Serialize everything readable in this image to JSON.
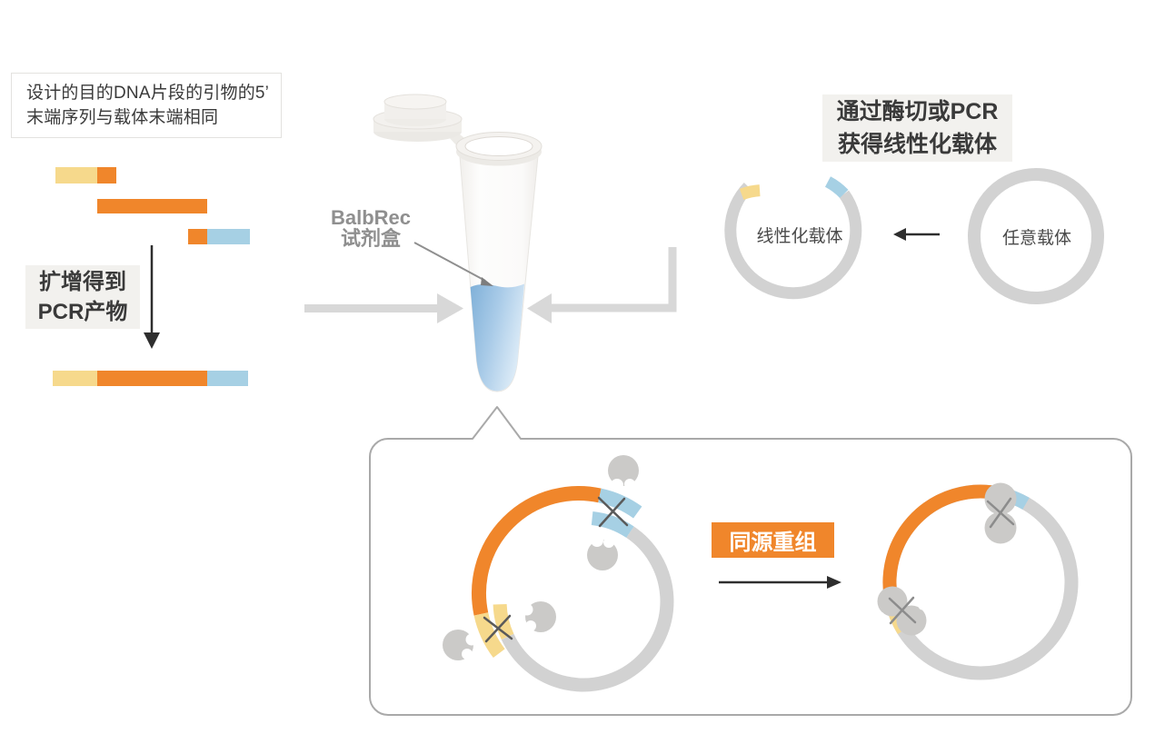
{
  "colors": {
    "orange": "#F0862B",
    "pale-yellow": "#F6D98C",
    "pale-blue": "#A6D0E4",
    "ring-gray": "#D2D2D2",
    "blob-gray": "#CBCAC8",
    "arrow-gray": "#D8D8D8",
    "arrow-black": "#2E2E2E",
    "cross-gray": "#5A5A5A",
    "text-dark": "#3A3A3A",
    "label-gray": "#8F8F8F",
    "note-bg": "#F2F1EE",
    "note-border": "#E3E2DF",
    "panel-border": "#A9A9A9",
    "tube-body": "#F4F3F1",
    "tube-edge": "#E4E1DC",
    "liquid-dark": "#7FB0D8",
    "liquid-mid": "#A9CBE8",
    "liquid-light": "#DCEBF7"
  },
  "labels": {
    "primer_note": {
      "line1": "设计的目的DNA片段的引物的5’",
      "line2": "末端序列与载体末端相同"
    },
    "amplify": {
      "line1": "扩增得到",
      "line2": "PCR产物"
    },
    "kit": {
      "line1": "BalbRec",
      "line2": "试剂盒"
    },
    "vector_note": {
      "line1": "通过酶切或PCR",
      "line2": "获得线性化载体"
    },
    "linearized_vector": "线性化载体",
    "any_vector": "任意载体",
    "recombination": "同源重组"
  }
}
